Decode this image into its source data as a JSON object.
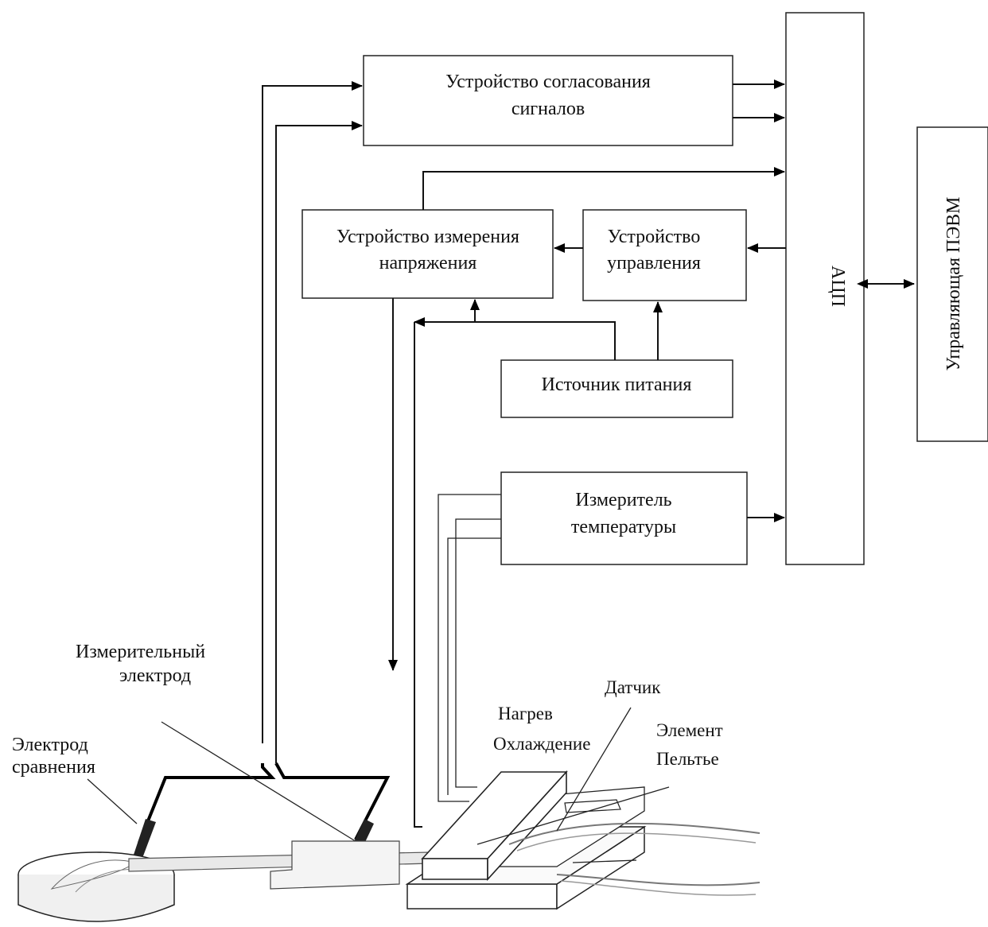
{
  "blocks": {
    "signal_matching": [
      "Устройство согласования",
      "сигналов"
    ],
    "voltage_meter": [
      "Устройство измерения",
      "напряжения"
    ],
    "control_device": [
      "Устройство",
      "управления"
    ],
    "power_source": "Источник питания",
    "temperature_meter": [
      "Измеритель",
      "температуры"
    ],
    "adc": "АЦП",
    "control_pc": "Управляющая ПЭВМ"
  },
  "labels": {
    "measuring_electrode": [
      "Измерительный",
      "электрод"
    ],
    "reference_electrode": [
      "Электрод",
      "сравнения"
    ],
    "heating_cooling": [
      "Нагрев",
      "Охлаждение"
    ],
    "sensor": "Датчик",
    "peltier": [
      "Элемент",
      "Пельтье"
    ]
  }
}
